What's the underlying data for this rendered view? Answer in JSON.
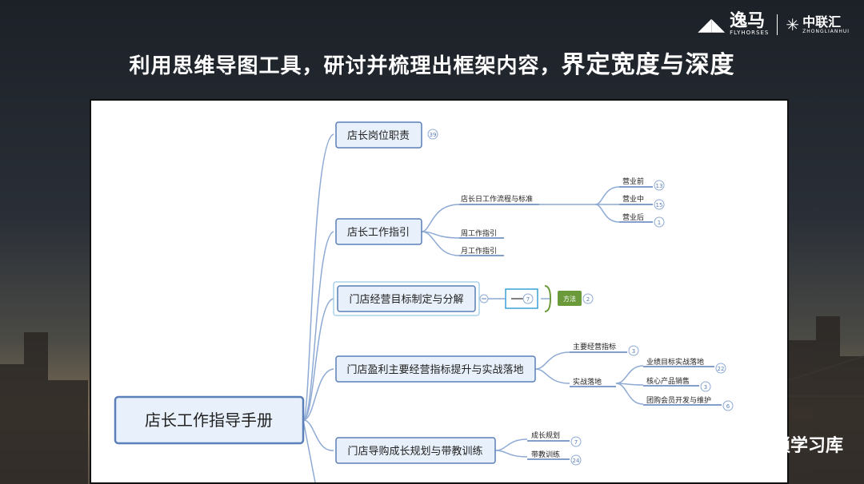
{
  "header": {
    "logo_primary_name": "逸马",
    "logo_primary_en": "FLYHORSES",
    "logo_secondary_name": "中联汇",
    "logo_secondary_en": "ZHONGLIANHUI"
  },
  "slide": {
    "title_main": "利用思维导图工具，研讨并梳理出框架内容，",
    "title_emph": "界定宽度与深度"
  },
  "mindmap": {
    "root": "店长工作指导手册",
    "branches": [
      {
        "label": "店长岗位职责",
        "badge": "39"
      },
      {
        "label": "店长工作指引"
      },
      {
        "label": "门店经营目标制定与分解"
      },
      {
        "label": "门店盈利主要经营指标提升与实战落地"
      },
      {
        "label": "门店导购成长规划与带教训练"
      }
    ],
    "b2": {
      "sub1": "店长日工作流程与标准",
      "leaves": [
        {
          "label": "营业前",
          "badge": "13"
        },
        {
          "label": "营业中",
          "badge": "15"
        },
        {
          "label": "营业后",
          "badge": "1"
        }
      ],
      "sub2": "周工作指引",
      "sub3": "月工作指引"
    },
    "b3": {
      "box_badge": "7",
      "method": "方法",
      "method_badge": "2"
    },
    "b4": {
      "sub1": "主要经营指标",
      "sub1_badge": "3",
      "sub2": "实战落地",
      "leaves": [
        {
          "label": "业绩目标实战落地",
          "badge": "22"
        },
        {
          "label": "核心产品销售",
          "badge": "3"
        },
        {
          "label": "团购会员开发与维护",
          "badge": "6"
        }
      ]
    },
    "b5": {
      "leaves": [
        {
          "label": "成长规划",
          "badge": "7"
        },
        {
          "label": "带教训练",
          "badge": "24"
        }
      ]
    }
  },
  "watermark": {
    "text": "连锁学习库"
  },
  "colors": {
    "node_border": "#5b7fb8",
    "node_fill": "#e8f0fb",
    "line": "#8eaad4",
    "method_green": "#6a9a3a",
    "text": "#222222"
  }
}
